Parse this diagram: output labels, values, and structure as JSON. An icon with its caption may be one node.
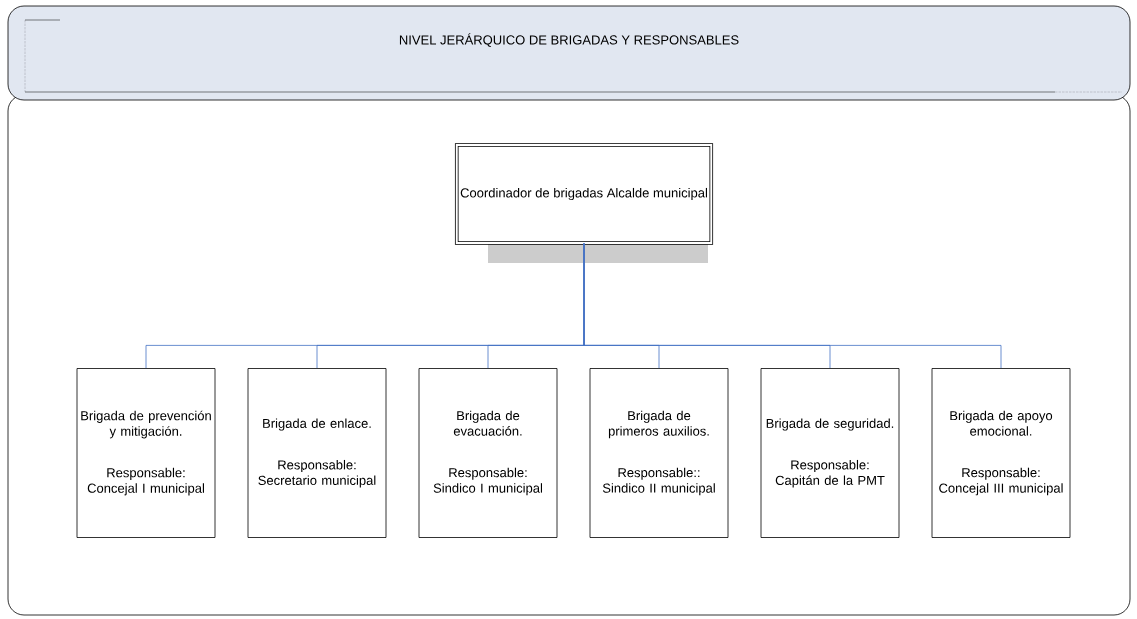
{
  "diagram": {
    "title": "NIVEL JERÁRQUICO DE BRIGADAS Y RESPONSABLES",
    "nodes": [
      {
        "text": [
          "Coordinador de brigadas Alcalde municipal"
        ]
      },
      {
        "text": [
          "Brigada de prevención y mitigación.",
          "Responsable: Concejal I municipal"
        ]
      },
      {
        "text": [
          "Brigada de enlace.",
          "Responsable: Secretario municipal"
        ]
      },
      {
        "text": [
          "Brigada de evacuación.",
          "Responsable: Sindico I municipal"
        ]
      },
      {
        "text": [
          "Brigada de primeros auxilios.",
          "Responsable:: Sindico II municipal"
        ]
      },
      {
        "text": [
          "Brigada de seguridad.",
          "Responsable: Capitán de la PMT"
        ]
      },
      {
        "text": [
          "Brigada de apoyo emocional.",
          "Responsable: Concejal III municipal"
        ]
      }
    ],
    "edges": [
      {
        "from": 0,
        "to": 1,
        "arrow": "none"
      },
      {
        "from": 0,
        "to": 2,
        "arrow": "none"
      },
      {
        "from": 0,
        "to": 3,
        "arrow": "none"
      },
      {
        "from": 0,
        "to": 4,
        "arrow": "none"
      },
      {
        "from": 0,
        "to": 5,
        "arrow": "none"
      },
      {
        "from": 0,
        "to": 6,
        "arrow": "none"
      }
    ]
  }
}
